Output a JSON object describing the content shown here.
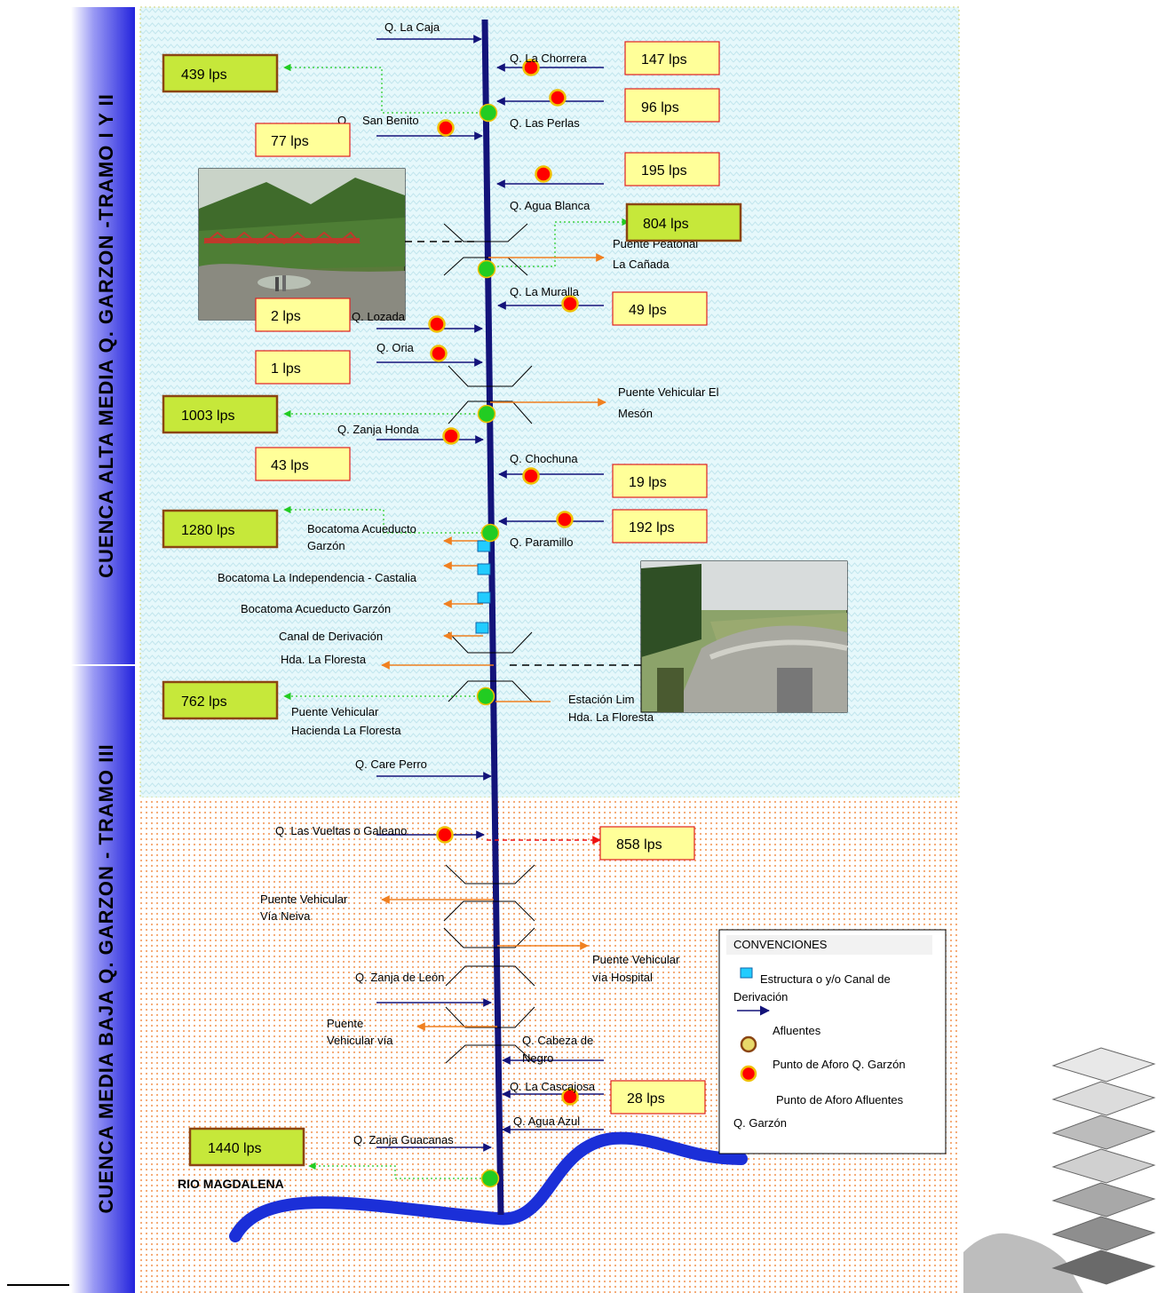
{
  "colors": {
    "river": "#13137a",
    "arrow_in": "#13137a",
    "arrow_out": "#f08020",
    "flow_dotted": "#22cc22",
    "dashed_red": "#ee1111",
    "gauge_river": "#22cc22",
    "gauge_trib": "#ff0000",
    "gauge_ring": "#f0c000",
    "box_yellow": "#ffff99",
    "box_green": "#c6e83a",
    "box_border": "#e02020",
    "box_border_green": "#8b4513",
    "structure": "#22ccff",
    "band_bar": "#3a3ae0"
  },
  "bands": {
    "upper": "CUENCA ALTA MEDIA Q. GARZON -TRAMO I Y II",
    "lower": "CUENCA MEDIA BAJA Q. GARZON - TRAMO III"
  },
  "tributaries": {
    "la_caja": "Q.  La Caja",
    "la_chorrera": "Q.   La Chorrera",
    "san_benito_q": "Q.",
    "san_benito": "San Benito",
    "las_perlas": "Q.  Las Perlas",
    "agua_blanca": "Q.  Agua Blanca",
    "la_muralla": "Q.  La Muralla",
    "lozada": "Q.  Lozada",
    "oria": "Q.  Oria",
    "zanja_honda": "Q. Zanja Honda",
    "chochuna": "Q. Chochuna",
    "paramillo": "Q. Paramillo",
    "care_perro": "Q. Care Perro",
    "vueltas_galeano": "Q.   Las Vueltas o Galeano",
    "zanja_leon": "Q.  Zanja de León",
    "cabeza_negro_1": "Q. Cabeza de",
    "cabeza_negro_2": "Negro",
    "la_cascajosa": "Q. La Cascajosa",
    "agua_azul": "Q. Agua Azul",
    "zanja_guacanas": "Q.  Zanja Guacanas"
  },
  "structures": {
    "puente_peatonal_1": "Puente Peatonal",
    "puente_peatonal_2": "La Cañada",
    "puente_meson_1": "Puente Vehicular El",
    "puente_meson_2": "Mesón",
    "bocatoma_garzon_1": "Bocatoma Acueducto",
    "bocatoma_garzon_2": "Garzón",
    "bocatoma_independencia": "Bocatoma La Independencia - Castalia",
    "bocatoma_acueducto": "Bocatoma Acueducto Garzón",
    "canal_1": "Canal de Derivación",
    "canal_2": "Hda. La Floresta",
    "puente_floresta_1": "Puente Vehicular",
    "puente_floresta_2": "Hacienda La Floresta",
    "estacion_1": "Estación Lim",
    "estacion_2": "Hda. La Floresta",
    "puente_neiva_1": "Puente  Vehicular",
    "puente_neiva_2": "Vía Neiva",
    "puente_hospital_1": "Puente  Vehicular",
    "puente_hospital_2": "vía Hospital",
    "puente_via_1": "Puente",
    "puente_via_2": "Vehicular vía",
    "rio": "RIO MAGDALENA"
  },
  "flows_trib": {
    "la_chorrera": "147 lps",
    "b96": "96 lps",
    "san_benito": "77 lps",
    "agua_blanca": "195 lps",
    "la_muralla": "49 lps",
    "lozada": "2 lps",
    "oria": "1 lps",
    "zanja_honda": "43 lps",
    "chochuna": "19 lps",
    "paramillo": "192 lps",
    "galeano": "858 lps",
    "la_cascajosa": "28 lps"
  },
  "flows_river": {
    "f439": "439 lps",
    "f804": "804 lps",
    "f1003": "1003 lps",
    "f1280": "1280 lps",
    "f762": "762 lps",
    "f1440": "1440 lps"
  },
  "legend": {
    "title": "CONVENCIONES",
    "estructura_1": "Estructura o y/o Canal de",
    "estructura_2": "Derivación",
    "afluentes": "Afluentes",
    "aforo_garzon": "Punto de Aforo  Q. Garzón",
    "aforo_afluentes": "Punto de Aforo Afluentes",
    "aforo_afluentes_2": "Q. Garzón"
  }
}
